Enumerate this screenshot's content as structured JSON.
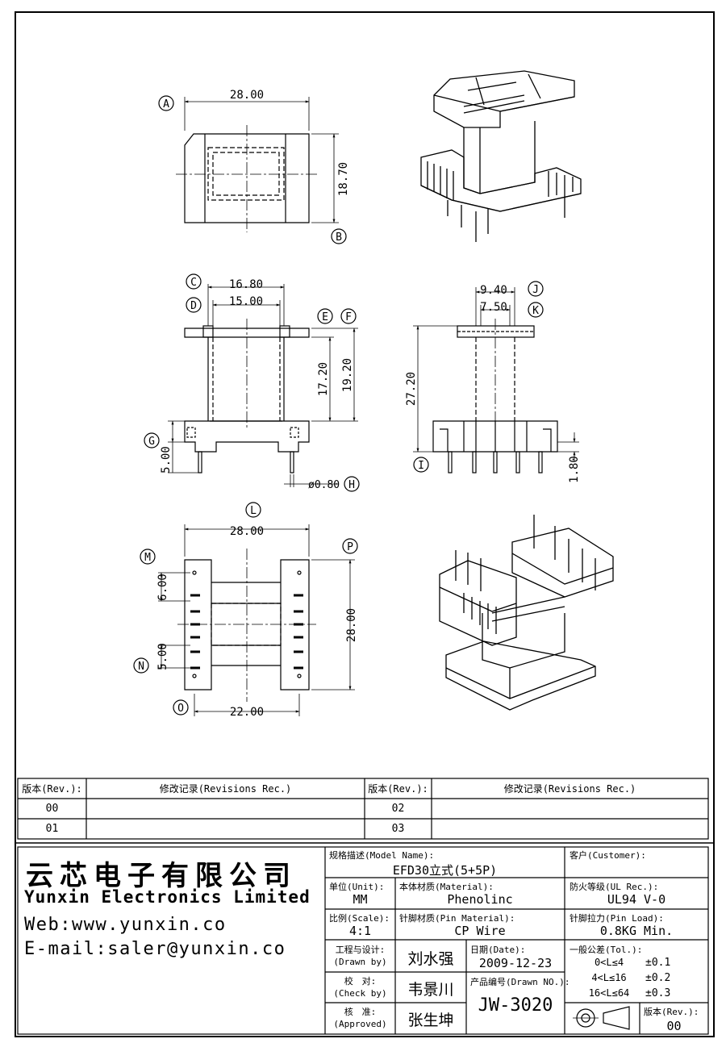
{
  "drawing": {
    "callouts": [
      "A",
      "B",
      "C",
      "D",
      "E",
      "F",
      "G",
      "H",
      "I",
      "J",
      "K",
      "L",
      "M",
      "N",
      "O",
      "P"
    ],
    "dims": {
      "a_width": "28.00",
      "b_height": "18.70",
      "c_width": "16.80",
      "d_width": "15.00",
      "ef_inner": "17.20",
      "ef_outer": "19.20",
      "g_pin": "5.00",
      "h_dia": "ø0.80",
      "j_width": "9.40",
      "k_width": "7.50",
      "i_height": "27.20",
      "i_small": "1.80",
      "l_width": "28.00",
      "m_pitch": "6.00",
      "n_pitch": "5.00",
      "o_width": "22.00",
      "p_height": "28.00"
    }
  },
  "revisions": {
    "header_rev": "版本(Rev.):",
    "header_rec": "修改记录(Revisions Rec.)",
    "rows_left": [
      "00",
      "01"
    ],
    "rows_right": [
      "02",
      "03"
    ]
  },
  "company": {
    "name_cn": "云芯电子有限公司",
    "name_en": "Yunxin Electronics Limited",
    "web": "Web:www.yunxin.co",
    "email": "E-mail:saler@yunxin.co"
  },
  "titleblock": {
    "model_label": "规格描述(Model Name):",
    "model_value": "EFD30立式(5+5P)",
    "customer_label": "客户(Customer):",
    "unit_label": "单位(Unit):",
    "unit_value": "MM",
    "material_label": "本体材质(Material):",
    "material_value": "Phenolinc",
    "ul_label": "防火等级(UL Rec.):",
    "ul_value": "UL94 V-0",
    "scale_label": "比例(Scale):",
    "scale_value": "4:1",
    "pin_material_label": "针脚材质(Pin Material):",
    "pin_material_value": "CP Wire",
    "pin_load_label": "针脚拉力(Pin Load):",
    "pin_load_value": "0.8KG Min.",
    "drawn_label_cn": "工程与设计:",
    "drawn_label_en": "(Drawn by)",
    "drawn_value": "刘水强",
    "date_label": "日期(Date):",
    "date_value": "2009-12-23",
    "check_label_cn": "校　对:",
    "check_label_en": "(Check by)",
    "check_value": "韦景川",
    "drawn_no_label": "产品编号(Drawn NO.):",
    "drawn_no_value": "JW-3020",
    "approved_label_cn": "核　准:",
    "approved_label_en": "(Approved)",
    "approved_value": "张生坤",
    "tol_label": "一般公差(Tol.):",
    "tol_rows": [
      {
        "range": "0<L≤4",
        "tol": "±0.1"
      },
      {
        "range": "4<L≤16",
        "tol": "±0.2"
      },
      {
        "range": "16<L≤64",
        "tol": "±0.3"
      }
    ],
    "rev_label": "版本(Rev.):",
    "rev_value": "00"
  }
}
